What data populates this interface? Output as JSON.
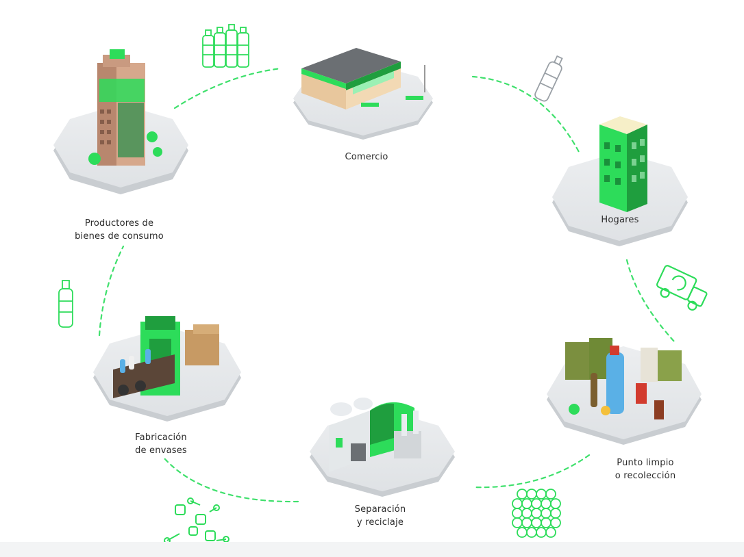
{
  "diagram": {
    "accent_color": "#2ddc5a",
    "dark_green": "#1f9e3e",
    "nodes": [
      {
        "id": "productores",
        "label_lines": [
          "Productores de",
          "bienes de consumo"
        ],
        "icon": "office-tower"
      },
      {
        "id": "comercio",
        "label_lines": [
          "Comercio"
        ],
        "icon": "shop"
      },
      {
        "id": "hogares",
        "label_lines": [
          "Hogares"
        ],
        "icon": "apartment-building"
      },
      {
        "id": "punto-limpio",
        "label_lines": [
          "Punto limpio",
          "o recolección"
        ],
        "icon": "recycling-bins"
      },
      {
        "id": "separacion",
        "label_lines": [
          "Separación",
          "y reciclaje"
        ],
        "icon": "recycling-plant"
      },
      {
        "id": "fabricacion",
        "label_lines": [
          "Fabricación",
          "de envases"
        ],
        "icon": "bottling-machine"
      }
    ],
    "connector_icons": [
      "bottle-pack-icon",
      "single-bottle-icon",
      "garbage-truck-icon",
      "pellets-icon",
      "molecules-icon",
      "bottle-icon"
    ]
  }
}
